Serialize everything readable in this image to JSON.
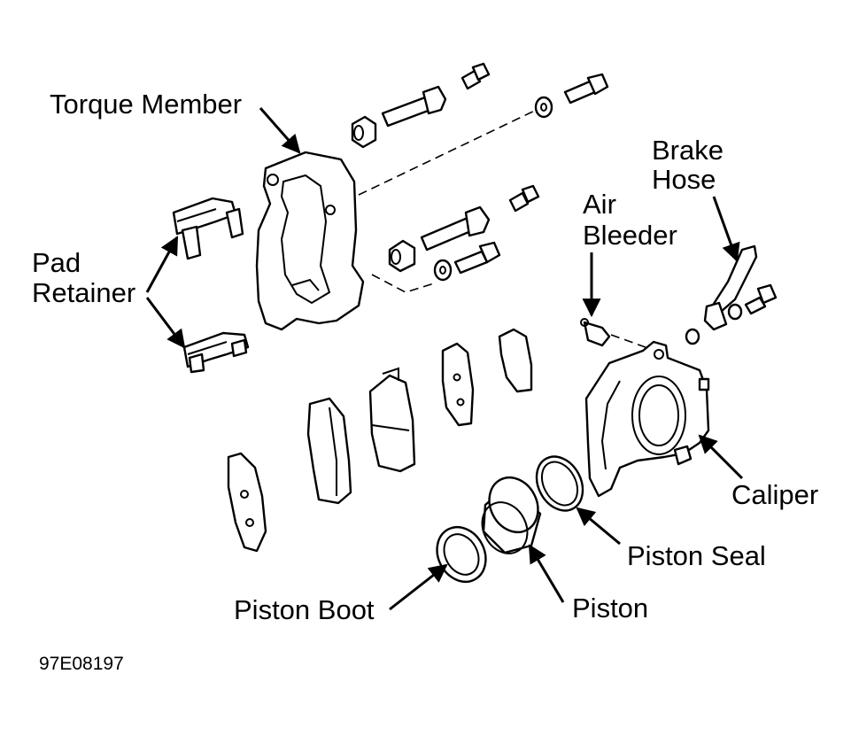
{
  "labels": {
    "torque_member": "Torque Member",
    "pad_retainer_line1": "Pad",
    "pad_retainer_line2": "Retainer",
    "brake_hose_line1": "Brake",
    "brake_hose_line2": "Hose",
    "air_bleeder_line1": "Air",
    "air_bleeder_line2": "Bleeder",
    "caliper": "Caliper",
    "piston_seal": "Piston Seal",
    "piston_boot": "Piston Boot",
    "piston": "Piston"
  },
  "figure_code": "97E08197",
  "colors": {
    "ink": "#000000",
    "paper": "#ffffff"
  }
}
